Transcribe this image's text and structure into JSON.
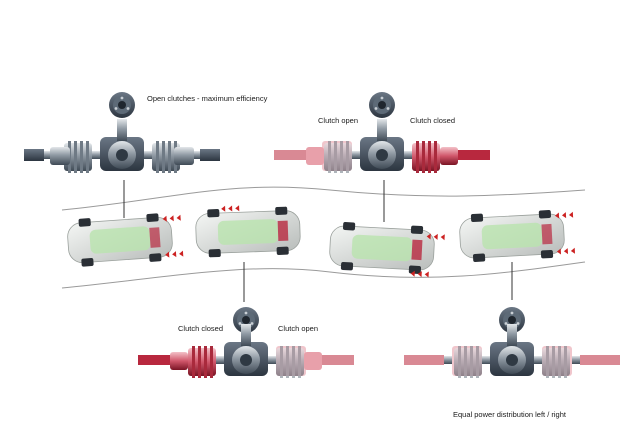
{
  "labels": {
    "top_left": "Open clutches - maximum efficiency",
    "top_right_open": "Clutch open",
    "top_right_closed": "Clutch closed",
    "bottom_left_closed": "Clutch closed",
    "bottom_left_open": "Clutch open",
    "bottom_right": "Equal power distribution left / right"
  },
  "colors": {
    "metal_dark": "#4a5663",
    "metal_mid": "#8a949e",
    "metal_light": "#c9cfd5",
    "active_red": "#c0203a",
    "active_pink": "#e8a0aa",
    "arrow_red": "#cc2222",
    "car_body": "#d8dcd8",
    "car_green": "#9bd48c",
    "road_line": "#999999"
  },
  "states": {
    "top_left": {
      "left_clutch": "open",
      "right_clutch": "open"
    },
    "top_right": {
      "left_clutch": "open",
      "right_clutch": "closed"
    },
    "bottom_left": {
      "left_clutch": "closed",
      "right_clutch": "open"
    },
    "bottom_right": {
      "left_clutch": "equal",
      "right_clutch": "equal"
    }
  }
}
